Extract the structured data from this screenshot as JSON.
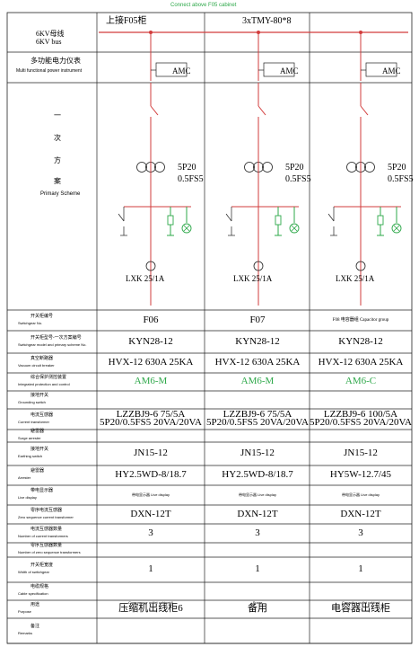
{
  "top_note": "Connect above F05 cabinet",
  "header": {
    "bus_cn": "6KV母线",
    "bus_en": "6KV bus",
    "col1": "上接F05柜",
    "col2": "3xTMY-80*8"
  },
  "meter": {
    "label_cn": "多功能电力仪表",
    "label_en": "Multi functional power instrument",
    "amc": "AMC"
  },
  "scheme": {
    "chars": [
      "一",
      "次",
      "方",
      "案"
    ],
    "label_en": "Primary Scheme",
    "ct_ratio_1": "5P20",
    "ct_ratio_2": "0.5FS5",
    "lxk": "LXK 25/1A"
  },
  "rows": [
    {
      "label": "开关柜编号",
      "sub": "Switchgear No.",
      "values": [
        "F06",
        "F07",
        "F08 电容器组 Capacitor group"
      ]
    },
    {
      "label": "开关柜型号-一次方案编号",
      "sub": "Switchgear model and primary scheme No.",
      "values": [
        "KYN28-12",
        "KYN28-12",
        "KYN28-12"
      ]
    },
    {
      "label": "真空断路器",
      "sub": "Vacuum circuit breaker",
      "values": [
        "HVX-12 630A 25KA",
        "HVX-12 630A 25KA",
        "HVX-12 630A 25KA"
      ]
    },
    {
      "label": "综合保护测控装置",
      "sub": "Integrated protection and control",
      "values": [
        "AM6-M",
        "AM6-M",
        "AM6-C"
      ],
      "green": true
    },
    {
      "label": "接地开关",
      "sub": "Grounding switch",
      "values": [
        "",
        "",
        ""
      ]
    },
    {
      "label": "电流互感器",
      "sub": "Current transformer",
      "values": [
        "LZZBJ9-6 75/5A",
        "LZZBJ9-6 75/5A",
        "LZZBJ9-6 100/5A"
      ],
      "values2": [
        "5P20/0.5FS5 20VA/20VA",
        "5P20/0.5FS5 20VA/20VA",
        "5P20/0.5FS5 20VA/20VA"
      ]
    },
    {
      "label": "避雷器",
      "sub": "Surge arrester",
      "values": [
        "",
        "",
        ""
      ]
    },
    {
      "label": "接地开关",
      "sub": "Earthing switch",
      "values": [
        "JN15-12",
        "JN15-12",
        "JN15-12"
      ]
    },
    {
      "label": "避雷器",
      "sub": "Arrester",
      "values": [
        "HY2.5WD-8/18.7",
        "HY2.5WD-8/18.7",
        "HY5W-12.7/45"
      ]
    },
    {
      "label": "带电显示器",
      "sub": "Live display",
      "values": [
        "",
        "",
        ""
      ],
      "tiny": [
        "带电显示器 Live display",
        "带电显示器 Live display",
        "带电显示器 Live display"
      ]
    },
    {
      "label": "零序电流互感器",
      "sub": "Zero sequence current transformer",
      "values": [
        "DXN-12T",
        "DXN-12T",
        "DXN-12T"
      ]
    },
    {
      "label": "电流互感器数量",
      "sub": "Number of current transformers",
      "values": [
        "3",
        "3",
        "3"
      ]
    },
    {
      "label": "零序互感器数量",
      "sub": "Number of zero sequence transformers",
      "values": [
        "",
        "",
        ""
      ]
    },
    {
      "label": "开关柜宽度",
      "sub": "Width of switchgear",
      "values": [
        "1",
        "1",
        "1"
      ]
    },
    {
      "label": "电缆规格",
      "sub": "Cable specification",
      "values": [
        "",
        "",
        ""
      ]
    },
    {
      "label": "用途",
      "sub": "Purpose",
      "values": [
        "压缩机出线柜6",
        "备用",
        "电容器出线柜"
      ],
      "tiny_above": [
        "Compressor outlet cabinet 6",
        "Spare",
        "Capacitor outlet cabinet"
      ]
    },
    {
      "label": "备注",
      "sub": "Remarks",
      "values": [
        "",
        "",
        ""
      ]
    }
  ]
}
